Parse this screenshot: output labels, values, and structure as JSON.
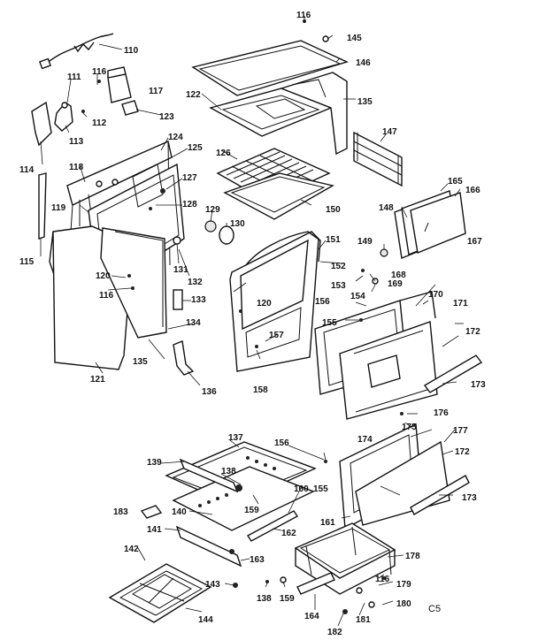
{
  "diagram": {
    "code": "C5",
    "labels": [
      "110",
      "111",
      "112",
      "113",
      "114",
      "115",
      "116",
      "117",
      "118",
      "119",
      "120",
      "121",
      "122",
      "123",
      "124",
      "125",
      "126",
      "127",
      "128",
      "129",
      "130",
      "131",
      "132",
      "133",
      "134",
      "135",
      "136",
      "137",
      "138",
      "139",
      "140",
      "141",
      "142",
      "143",
      "144",
      "145",
      "146",
      "147",
      "148",
      "149",
      "150",
      "151",
      "152",
      "153",
      "154",
      "155",
      "156",
      "157",
      "158",
      "159",
      "160",
      "161",
      "162",
      "163",
      "164",
      "165",
      "166",
      "167",
      "168",
      "169",
      "170",
      "171",
      "172",
      "173",
      "174",
      "175",
      "176",
      "177",
      "178",
      "179",
      "180",
      "181",
      "182",
      "183"
    ]
  }
}
